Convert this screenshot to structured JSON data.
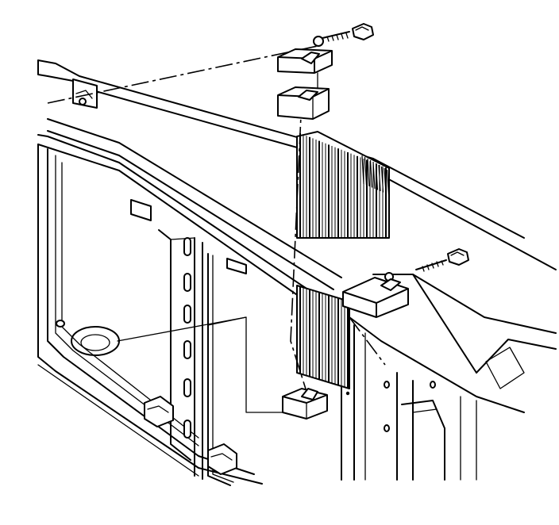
{
  "figure": {
    "type": "exploded-assembly-line-drawing",
    "text_labels": [],
    "colors": {
      "ink": "#000000",
      "paper": "#ffffff"
    },
    "parts": [
      "upper-insulator-bracket-left",
      "upper-insulator-bracket-right",
      "bolt",
      "upper-insulator",
      "radiator-core",
      "lower-insulator",
      "radiator-support"
    ]
  }
}
